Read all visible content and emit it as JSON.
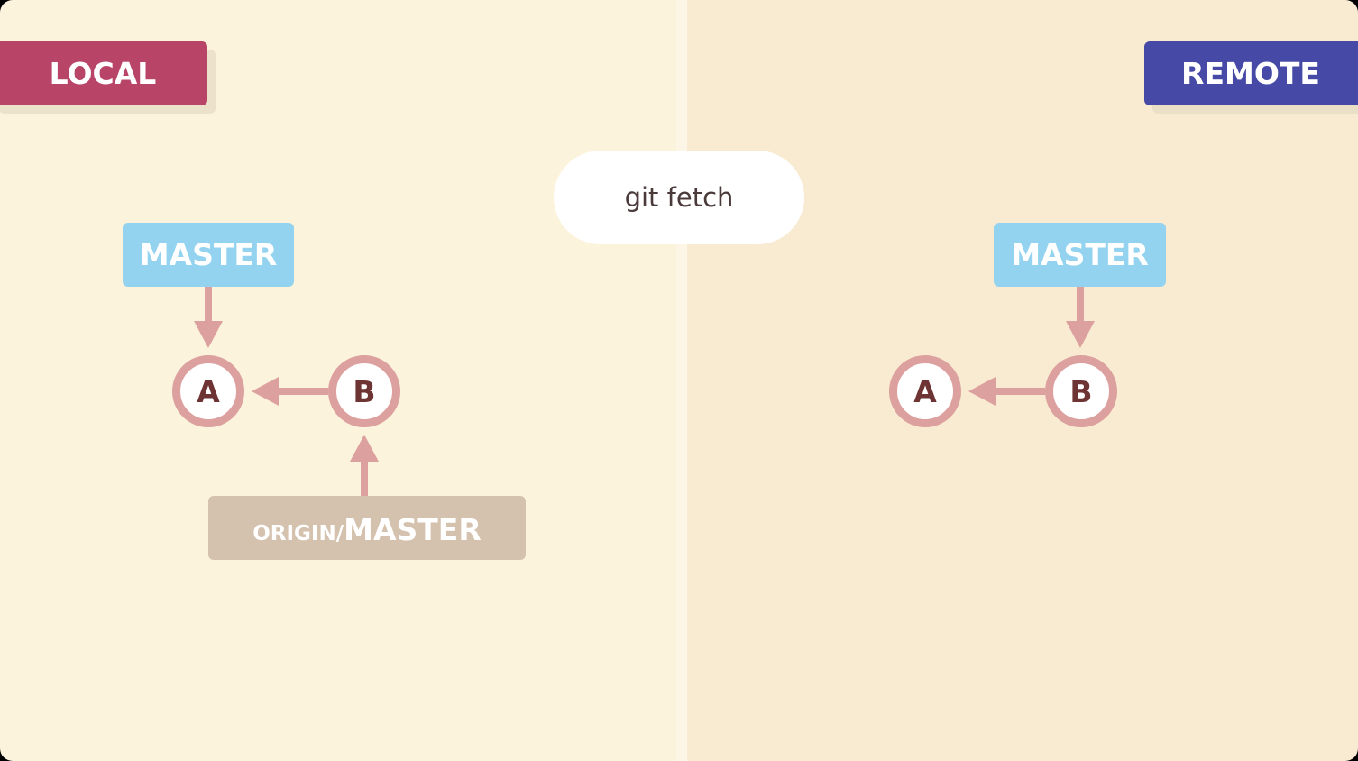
{
  "colors": {
    "local_tag": "#b84468",
    "remote_tag": "#4649a5",
    "branch_pointer": "#93d3ef",
    "origin_pointer": "#d4c1ae",
    "commit_ring": "#dca09e",
    "commit_text": "#6e3434",
    "arrow": "#dca09e"
  },
  "local": {
    "label": "LOCAL",
    "branch": "MASTER",
    "commits": [
      "A",
      "B"
    ],
    "remote_tracking": {
      "prefix": "ORIGIN/",
      "name": "MASTER"
    }
  },
  "remote": {
    "label": "REMOTE",
    "branch": "MASTER",
    "commits": [
      "A",
      "B"
    ]
  },
  "command": "git fetch"
}
